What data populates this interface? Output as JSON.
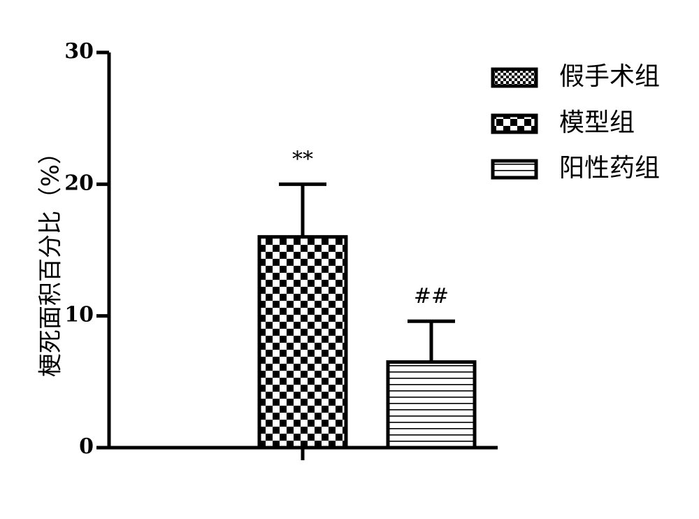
{
  "chart_data": {
    "type": "bar",
    "ylabel": "梗死面积百分比（%）",
    "ylim": [
      0,
      30
    ],
    "yticks": [
      0,
      10,
      20,
      30
    ],
    "ytick_labels": [
      "0",
      "10",
      "20",
      "30"
    ],
    "grid": false,
    "legend_position": "top-right",
    "series": [
      {
        "name": "假手术组",
        "value": 0,
        "error": 0,
        "pattern": "fine-checker",
        "annotation": ""
      },
      {
        "name": "模型组",
        "value": 16,
        "error": 4,
        "pattern": "checker",
        "annotation": "**"
      },
      {
        "name": "阳性药组",
        "value": 6.5,
        "error": 3.1,
        "pattern": "horizontal-stripes",
        "annotation": "##"
      }
    ]
  }
}
